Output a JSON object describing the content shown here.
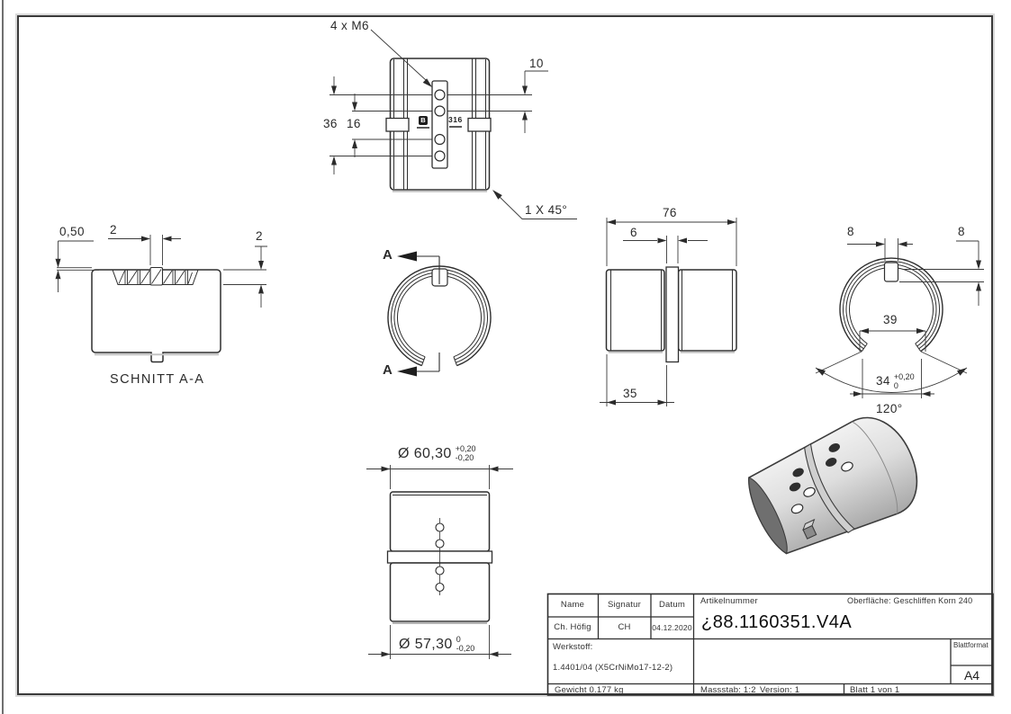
{
  "drawing": {
    "front_view": {
      "hole_callout": "4 x M6",
      "dim_hole_pitch": "10",
      "dim_span_outer": "36",
      "dim_span_inner": "16",
      "chamfer_note": "1 X 45°",
      "brand_mark": "B",
      "steel_mark": "316"
    },
    "section_view": {
      "title": "SCHNITT A-A",
      "dim_wall": "0,50",
      "dim_slot_width": "2",
      "dim_depth": "2"
    },
    "cut_labels": {
      "top": "A",
      "bottom": "A"
    },
    "side_view": {
      "dim_length": "76",
      "dim_rib": "6",
      "dim_half_length": "35"
    },
    "ring_view": {
      "dim_notch_width": "8",
      "dim_notch_depth": "8",
      "dim_opening_outer": "39",
      "dim_opening_inner": "34",
      "tol_up": "+0,20",
      "tol_dn": "0",
      "dim_angle": "120°"
    },
    "bottom_view": {
      "dim_outer_dia": "Ø 60,30",
      "outer_tol_up": "+0,20",
      "outer_tol_dn": "-0,20",
      "dim_inner_dia": "Ø 57,30",
      "inner_tol_up": "0",
      "inner_tol_dn": "-0,20"
    }
  },
  "title_block": {
    "headers": {
      "name": "Name",
      "signature": "Signatur",
      "date": "Datum",
      "article": "Artikelnummer",
      "sheet_format": "Blattformat"
    },
    "values": {
      "name": "Ch. Höfig",
      "signature": "CH",
      "date": "04.12.2020",
      "article_no": "¿88.1160351.V4A",
      "sheet_format": "A4"
    },
    "surface": "Oberfläche:  Geschliffen Korn 240",
    "material_label": "Werkstoff:",
    "material": "1.4401/04 (X5CrNiMo17-12-2)",
    "weight": "Gewicht 0.177 kg",
    "scale": "Massstab: 1:2",
    "version": "Version: 1",
    "sheet": "Blatt 1 von 1"
  }
}
